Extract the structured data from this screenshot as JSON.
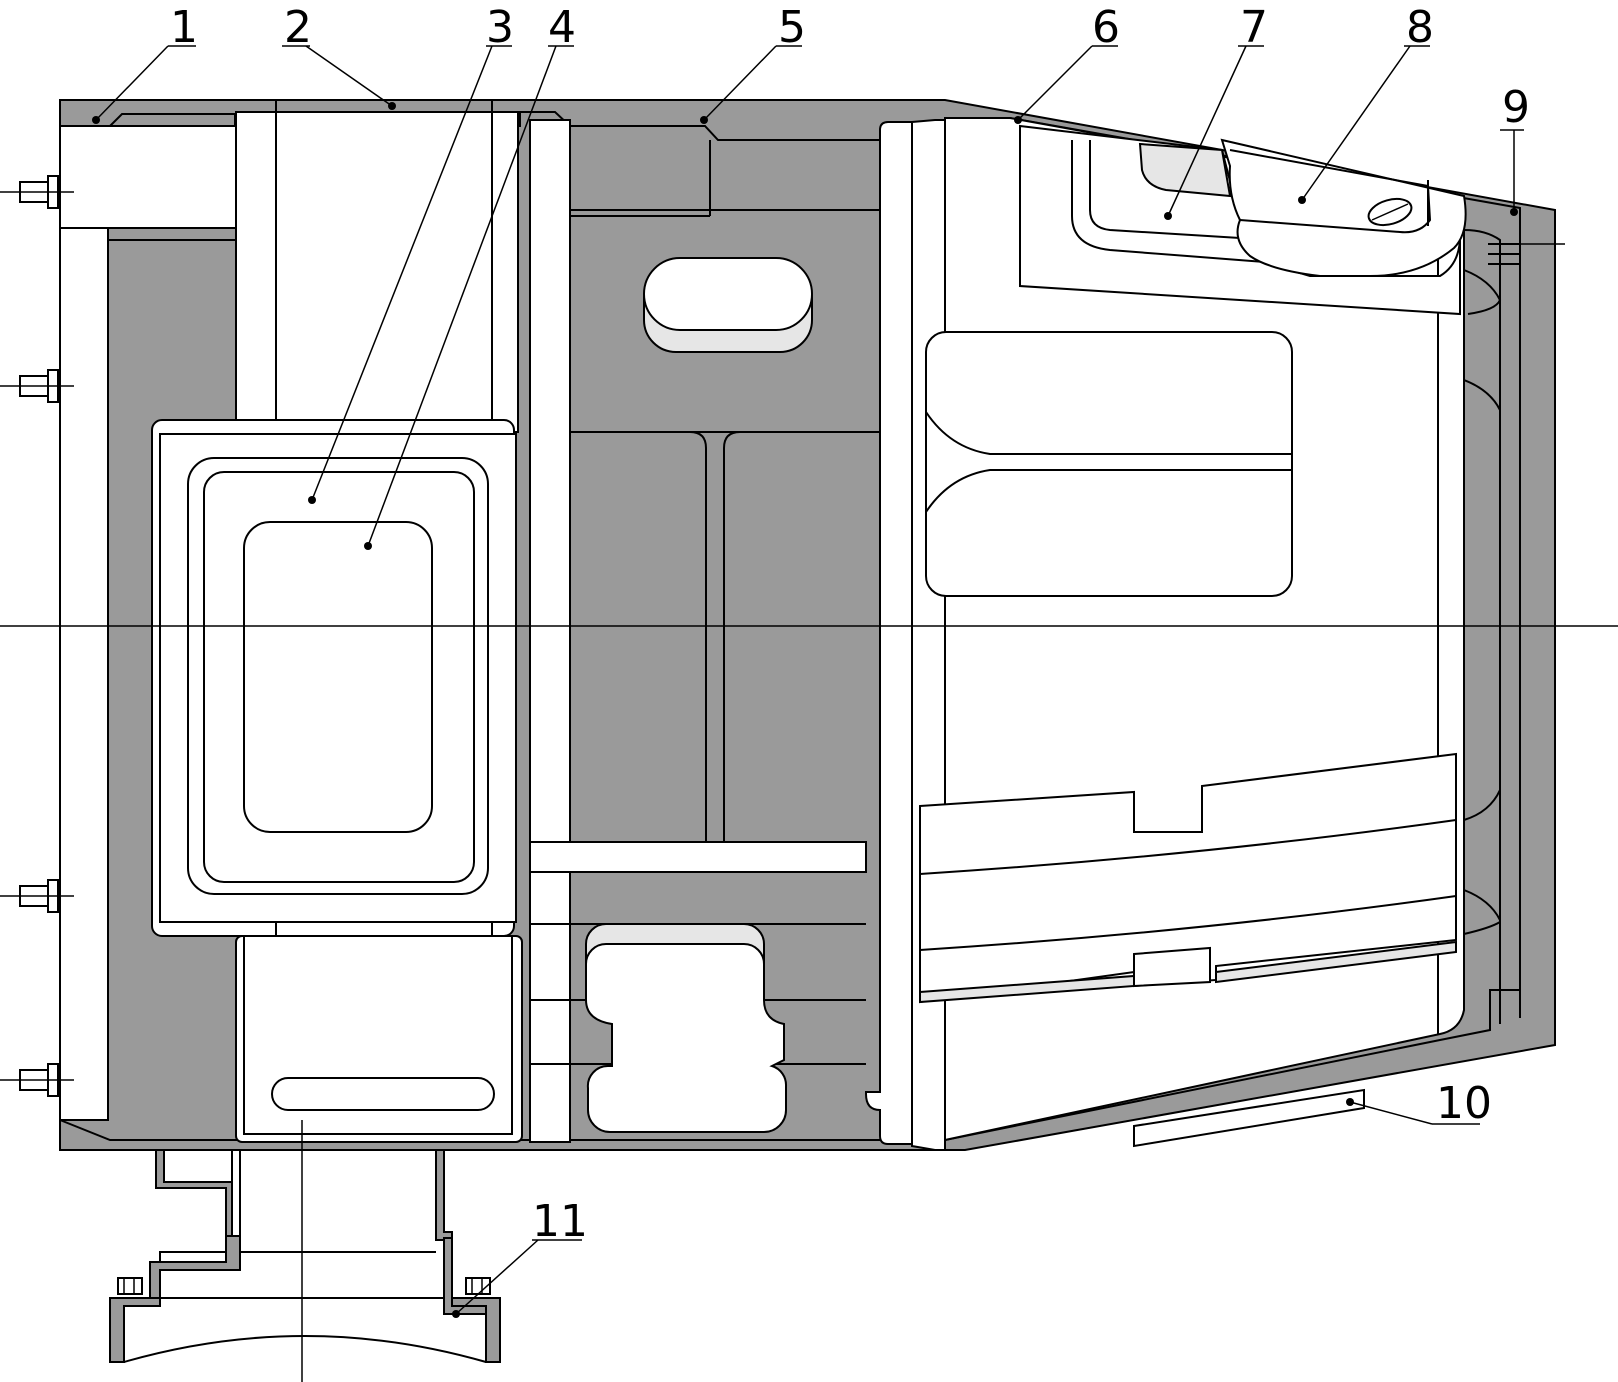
{
  "callouts": [
    {
      "id": "1",
      "label": "1"
    },
    {
      "id": "2",
      "label": "2"
    },
    {
      "id": "3",
      "label": "3"
    },
    {
      "id": "4",
      "label": "4"
    },
    {
      "id": "5",
      "label": "5"
    },
    {
      "id": "6",
      "label": "6"
    },
    {
      "id": "7",
      "label": "7"
    },
    {
      "id": "8",
      "label": "8"
    },
    {
      "id": "9",
      "label": "9"
    },
    {
      "id": "10",
      "label": "10"
    },
    {
      "id": "11",
      "label": "11"
    }
  ],
  "colors": {
    "outline": "#000000",
    "wall_fill": "#9a9a9a",
    "inset_fill": "#e6e6e6",
    "background": "#ffffff"
  }
}
